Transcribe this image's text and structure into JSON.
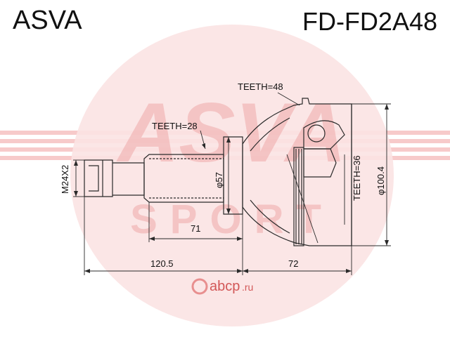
{
  "header": {
    "brand": "ASVA",
    "part_number": "FD-FD2A48"
  },
  "watermark": {
    "logo_text": "ASVA",
    "subtitle": "SPORT",
    "site": "abcp",
    "site_tld": ".ru"
  },
  "labels": {
    "teeth_outer": "TEETH=48",
    "teeth_shaft": "TEETH=28",
    "teeth_abs": "TEETH=36",
    "thread": "M24X2",
    "shaft_diameter": "φ57",
    "outer_diameter": "φ100.4",
    "dim_71": "71",
    "dim_120": "120.5",
    "dim_72": "72"
  },
  "colors": {
    "line": "#2a2a2a",
    "watermark": "#f2b8b8",
    "watermark_dark": "#e88f8f",
    "text": "#111111"
  }
}
